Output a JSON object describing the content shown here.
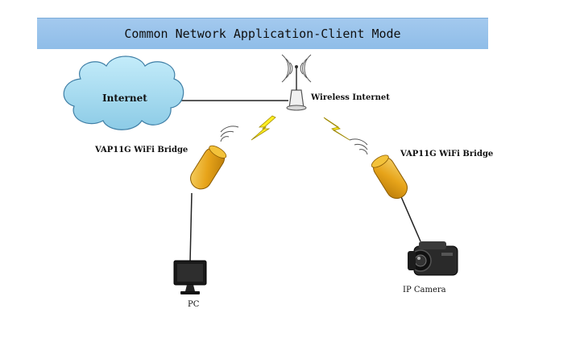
{
  "title": "Common Network Application-Client Mode",
  "nodes": {
    "internet": "Internet",
    "router": "Wireless Internet",
    "bridge_left": "VAP11G WiFi Bridge",
    "bridge_right": "VAP11G WiFi Bridge",
    "pc": "PC",
    "camera": "IP Camera"
  },
  "icons": [
    "cloud-icon",
    "router-icon",
    "wifi-bridge-icon",
    "monitor-icon",
    "camera-icon",
    "lightning-icon"
  ],
  "colors": {
    "title_bar": "#98c3ea",
    "cloud": "#a8dcf0",
    "bridge": "#e8a81a"
  }
}
